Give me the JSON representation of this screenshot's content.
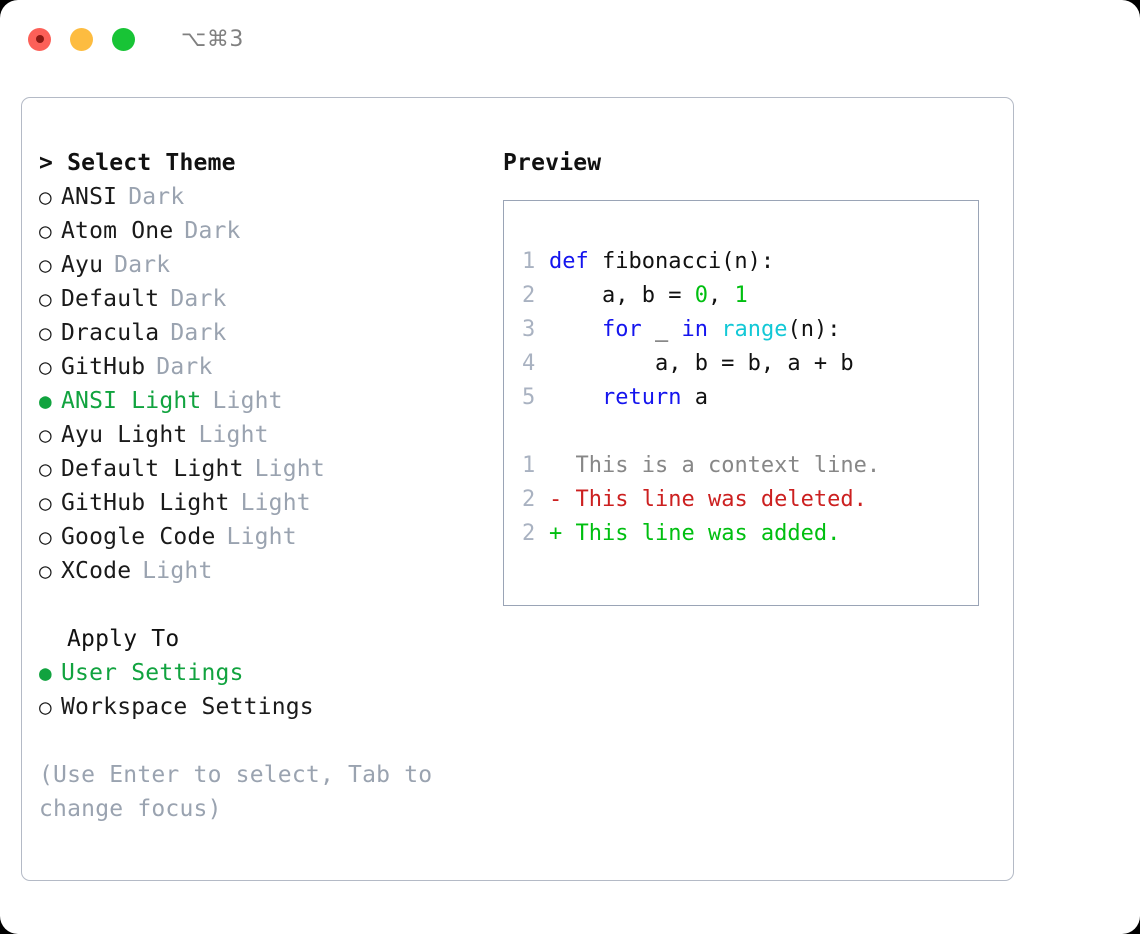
{
  "titlebar": {
    "shortcut": "⌥⌘3",
    "traffic_lights": [
      {
        "name": "close",
        "color": "#fc6058"
      },
      {
        "name": "minimize",
        "color": "#fdbc40"
      },
      {
        "name": "maximize",
        "color": "#18c436"
      }
    ]
  },
  "theme_picker": {
    "heading": "> Select Theme",
    "selected_bullet": "●",
    "unselected_bullet": "○",
    "accent_color": "#11a33f",
    "items": [
      {
        "name": "ANSI",
        "tag": "Dark",
        "selected": false
      },
      {
        "name": "Atom One",
        "tag": "Dark",
        "selected": false
      },
      {
        "name": "Ayu",
        "tag": "Dark",
        "selected": false
      },
      {
        "name": "Default",
        "tag": "Dark",
        "selected": false
      },
      {
        "name": "Dracula",
        "tag": "Dark",
        "selected": false
      },
      {
        "name": "GitHub",
        "tag": "Dark",
        "selected": false
      },
      {
        "name": "ANSI Light",
        "tag": "Light",
        "selected": true
      },
      {
        "name": "Ayu Light",
        "tag": "Light",
        "selected": false
      },
      {
        "name": "Default Light",
        "tag": "Light",
        "selected": false
      },
      {
        "name": "GitHub Light",
        "tag": "Light",
        "selected": false
      },
      {
        "name": "Google Code",
        "tag": "Light",
        "selected": false
      },
      {
        "name": "XCode",
        "tag": "Light",
        "selected": false
      }
    ]
  },
  "apply_to": {
    "heading": "Apply To",
    "items": [
      {
        "name": "User Settings",
        "selected": true
      },
      {
        "name": "Workspace Settings",
        "selected": false
      }
    ]
  },
  "hint": "(Use Enter to select, Tab to change focus)",
  "preview": {
    "title": "Preview",
    "code_lines": [
      {
        "num": "1",
        "tokens": [
          {
            "text": "def ",
            "type": "kw"
          },
          {
            "text": "fibonacci(n):",
            "type": "plain"
          }
        ]
      },
      {
        "num": "2",
        "tokens": [
          {
            "text": "    a, b = ",
            "type": "plain"
          },
          {
            "text": "0",
            "type": "num"
          },
          {
            "text": ", ",
            "type": "plain"
          },
          {
            "text": "1",
            "type": "num"
          }
        ]
      },
      {
        "num": "3",
        "tokens": [
          {
            "text": "    ",
            "type": "plain"
          },
          {
            "text": "for",
            "type": "kw"
          },
          {
            "text": " _ ",
            "type": "plain"
          },
          {
            "text": "in",
            "type": "kw"
          },
          {
            "text": " ",
            "type": "plain"
          },
          {
            "text": "range",
            "type": "builtin"
          },
          {
            "text": "(n):",
            "type": "plain"
          }
        ]
      },
      {
        "num": "4",
        "tokens": [
          {
            "text": "        a, b = b, a + b",
            "type": "plain"
          }
        ]
      },
      {
        "num": "5",
        "tokens": [
          {
            "text": "    ",
            "type": "plain"
          },
          {
            "text": "return",
            "type": "kw"
          },
          {
            "text": " a",
            "type": "plain"
          }
        ]
      }
    ],
    "diff_lines": [
      {
        "num": "1",
        "prefix": "  ",
        "text": "This is a context line.",
        "type": "ctx"
      },
      {
        "num": "2",
        "prefix": "- ",
        "text": "This line was deleted.",
        "type": "del"
      },
      {
        "num": "2",
        "prefix": "+ ",
        "text": "This line was added.",
        "type": "add"
      }
    ]
  },
  "colors": {
    "accent_green": "#11a33f",
    "keyword_blue": "#1515ee",
    "builtin_cyan": "#13c8d6",
    "number_green": "#00bf10",
    "diff_deleted": "#cc2020",
    "diff_added": "#00bf10",
    "muted_gray": "#9aa3b0",
    "linenum_gray": "#a9b2c1",
    "border_gray": "#b4bac6"
  }
}
